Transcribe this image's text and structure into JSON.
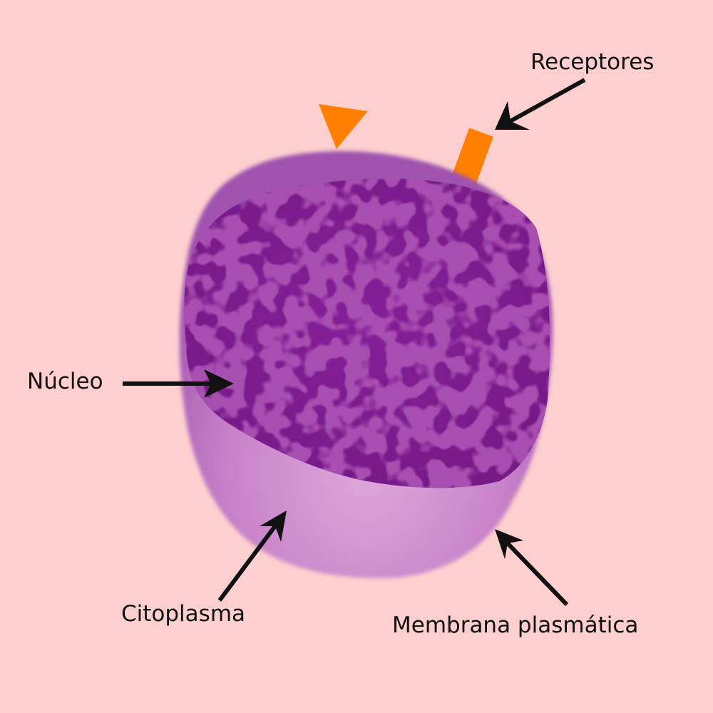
{
  "labels": {
    "receptores": "Receptores",
    "nucleo": "Núcleo",
    "citoplasma": "Citoplasma",
    "membrana": "Membrana plasmática"
  },
  "colors": {
    "background": "#fdd0cf",
    "cell_outer": "#a45ab3",
    "cytoplasm_light": "#d9a3d6",
    "nucleus": "#7f1c91",
    "chromatin": "#64146f",
    "receptor": "#ff8000",
    "arrow": "#111111"
  }
}
